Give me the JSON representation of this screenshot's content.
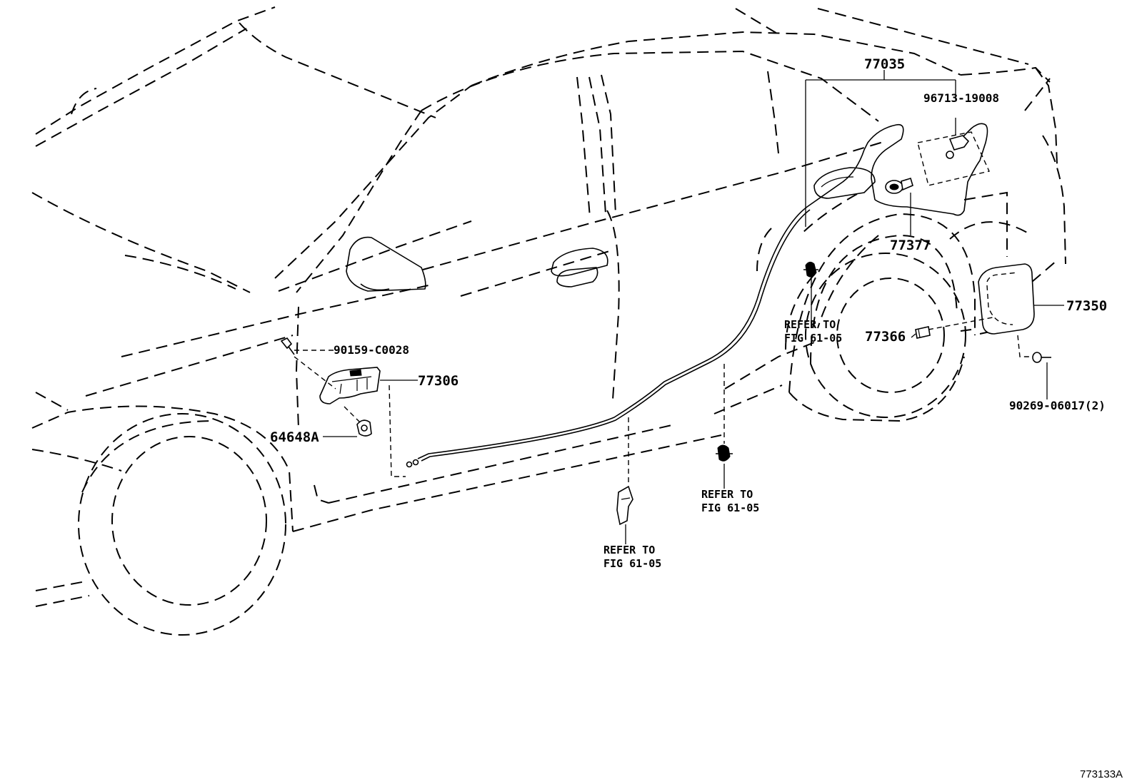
{
  "callouts": {
    "cable_assy": "77035",
    "clamp": "96713-19008",
    "spring": "77377",
    "fuel_lid": "77350",
    "hinge": "77366",
    "screw_lid": "90269-06017(2)",
    "bolt": "90159-C0028",
    "opener_lever": "77306",
    "knob": "64648A"
  },
  "references": [
    {
      "line1": "REFER TO",
      "line2": "FIG 61-05"
    },
    {
      "line1": "REFER TO",
      "line2": "FIG 61-05"
    },
    {
      "line1": "REFER TO",
      "line2": "FIG 61-05"
    }
  ],
  "figure_code": "773133A"
}
